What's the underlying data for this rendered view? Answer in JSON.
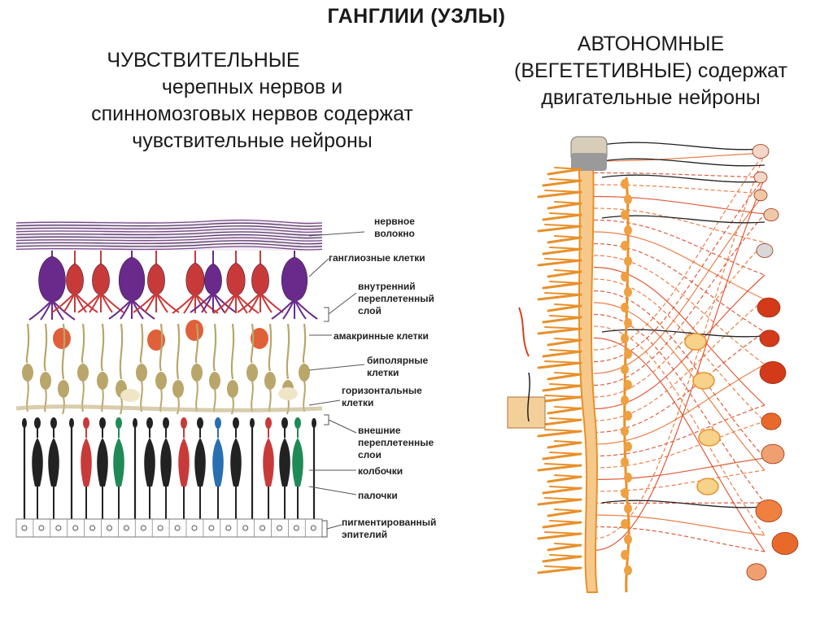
{
  "title": "ГАНГЛИИ (УЗЛЫ)",
  "sensory": {
    "line1": "ЧУВСТВИТЕЛЬНЫЕ",
    "line2": "черепных нервов и",
    "line3": "спинномозговых нервов содержат",
    "line4": "чувствительные нейроны"
  },
  "autonomic": {
    "line1": "АВТОНОМНЫЕ",
    "line2": "(ВЕГЕТЕТИВНЫЕ) содержат",
    "line3": "двигательные нейроны"
  },
  "retina_labels": {
    "nerve_fiber_1": "нервное",
    "nerve_fiber_2": "волокно",
    "ganglion_cells": "ганглиозные клетки",
    "inner_plexiform_1": "внутренний",
    "inner_plexiform_2": "переплетенный",
    "inner_plexiform_3": "слой",
    "amacrine_cells": "амакринные клетки",
    "bipolar_cells_1": "биполярные",
    "bipolar_cells_2": "клетки",
    "horizontal_cells_1": "горизонтальные",
    "horizontal_cells_2": "клетки",
    "outer_plexiform_1": "внешние",
    "outer_plexiform_2": "переплетенные",
    "outer_plexiform_3": "слои",
    "cones": "колбочки",
    "rods": "палочки",
    "pigment_epithelium_1": "пигментированный",
    "pigment_epithelium_2": "эпителий"
  },
  "colors": {
    "ganglion_purple": "#6a2a8c",
    "ganglion_red": "#c83a3a",
    "bipolar_khaki": "#b9a66a",
    "cone_green": "#1f8a55",
    "cone_blue": "#2a6fb0",
    "nerve_orange": "#e8902a",
    "organ_red": "#d23a1a"
  }
}
